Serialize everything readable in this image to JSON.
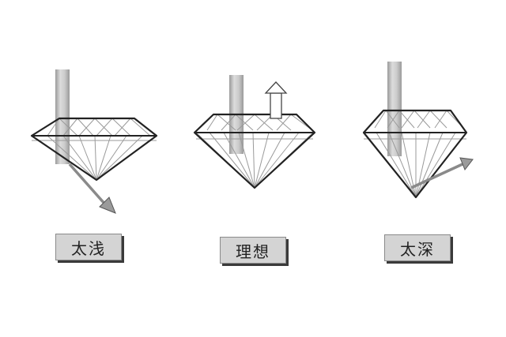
{
  "labels": {
    "shallow": "太浅",
    "ideal": "理想",
    "deep": "太深"
  },
  "colors": {
    "outline": "#222222",
    "facet": "#9a9a9a",
    "light_beam": "#b5b5b5",
    "arrow_fill": "#9a9a9a",
    "label_bg": "#d4d4d4",
    "label_shadow": "#3a3a3a"
  }
}
